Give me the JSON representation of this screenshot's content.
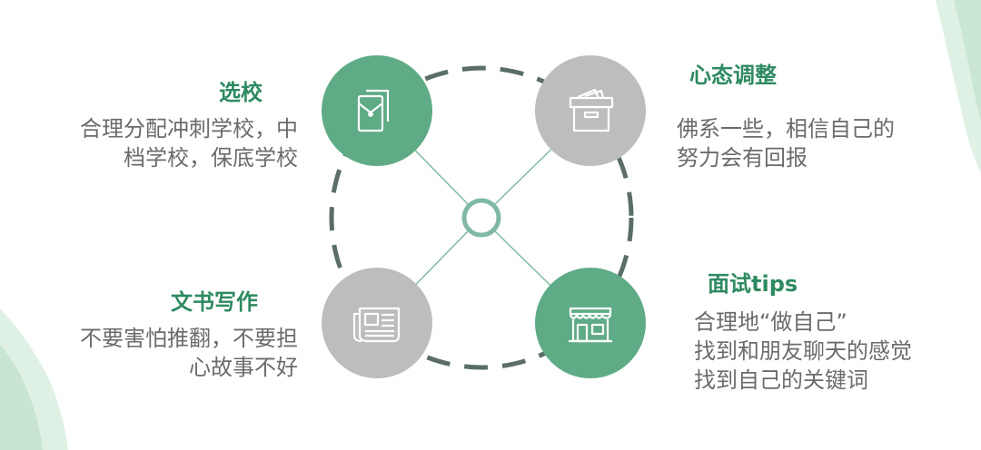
{
  "colors": {
    "green": "#5fab86",
    "gray": "#bdbdbd",
    "heading": "#2e8a61",
    "text": "#6b6b6b",
    "ring": "#5a6e66",
    "connector": "#7fb9a4",
    "leaf": "#d7ecdf"
  },
  "sections": {
    "top_left": {
      "icon": "document-envelope-icon",
      "title": "选校",
      "lines": [
        "合理分配冲刺学校，中",
        "档学校，保底学校"
      ]
    },
    "top_right": {
      "icon": "storage-box-icon",
      "title": "心态调整",
      "lines": [
        "佛系一些，相信自己的",
        "努力会有回报"
      ]
    },
    "bottom_left": {
      "icon": "newspaper-icon",
      "title": "文书写作",
      "lines": [
        "不要害怕推翻，不要担",
        "心故事不好"
      ]
    },
    "bottom_right": {
      "icon": "storefront-icon",
      "title": "面试tips",
      "lines": [
        "合理地“做自己”",
        "找到和朋友聊天的感觉",
        "找到自己的关键词"
      ]
    }
  }
}
